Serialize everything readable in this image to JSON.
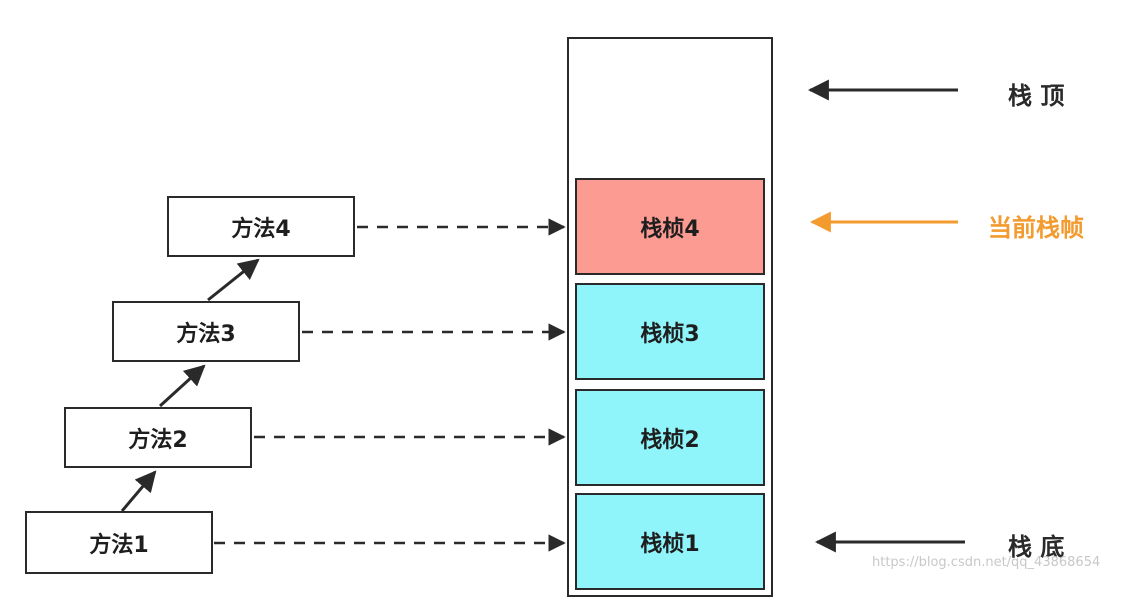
{
  "methods": [
    {
      "label": "方法1"
    },
    {
      "label": "方法2"
    },
    {
      "label": "方法3"
    },
    {
      "label": "方法4"
    }
  ],
  "frames": [
    {
      "label": "栈桢1",
      "color": "#8ff5fb"
    },
    {
      "label": "栈桢2",
      "color": "#8ff5fb"
    },
    {
      "label": "栈桢3",
      "color": "#8ff5fb"
    },
    {
      "label": "栈桢4",
      "color": "#fb9b91"
    }
  ],
  "labels": {
    "top": "栈 顶",
    "current": "当前栈帧",
    "bottom": "栈 底"
  },
  "colors": {
    "current_accent": "#f39b2e",
    "line": "#2a2a2a"
  },
  "watermark": "https://blog.csdn.net/qq_43868654"
}
